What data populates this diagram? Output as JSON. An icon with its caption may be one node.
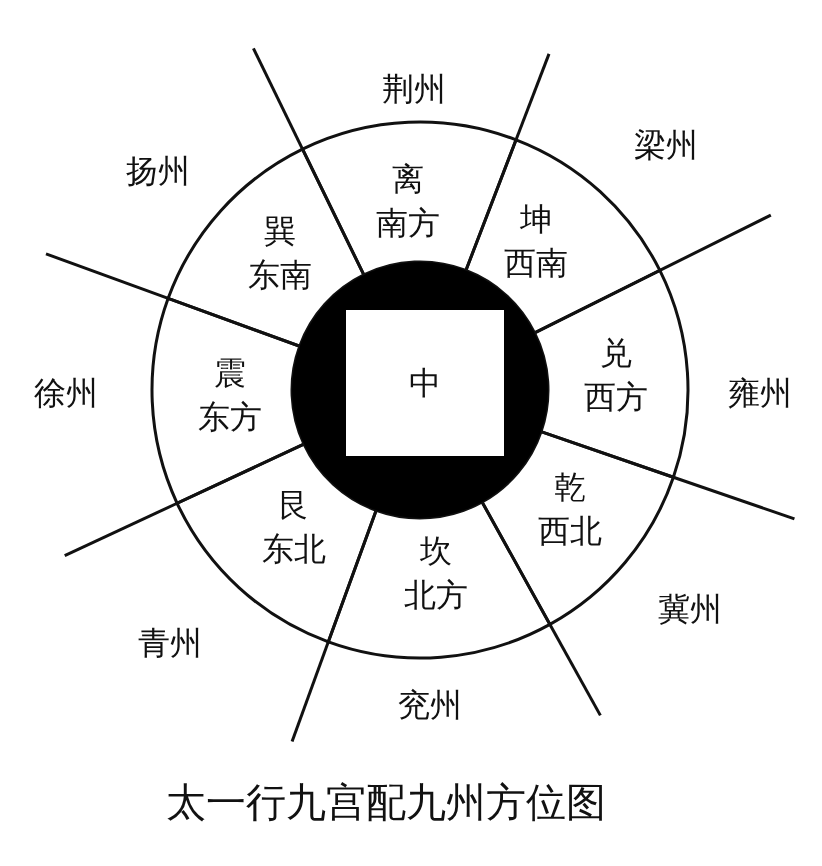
{
  "diagram": {
    "caption": "太一行九宫配九州方位图",
    "nodes": [
      {
        "text": [
          "离",
          "南方"
        ]
      },
      {
        "text": [
          "巽",
          "东南"
        ]
      },
      {
        "text": [
          "坤",
          "西南"
        ]
      },
      {
        "text": [
          "震",
          "东方"
        ]
      },
      {
        "text": [
          "中"
        ]
      },
      {
        "text": [
          "兑",
          "西方"
        ]
      },
      {
        "text": [
          "艮",
          "东北"
        ]
      },
      {
        "text": [
          "乾",
          "西北"
        ]
      },
      {
        "text": [
          "坎",
          "北方"
        ]
      }
    ],
    "labels": [
      "荆州",
      "扬州",
      "梁州",
      "徐州",
      "雍州",
      "青州",
      "冀州",
      "兖州"
    ]
  }
}
